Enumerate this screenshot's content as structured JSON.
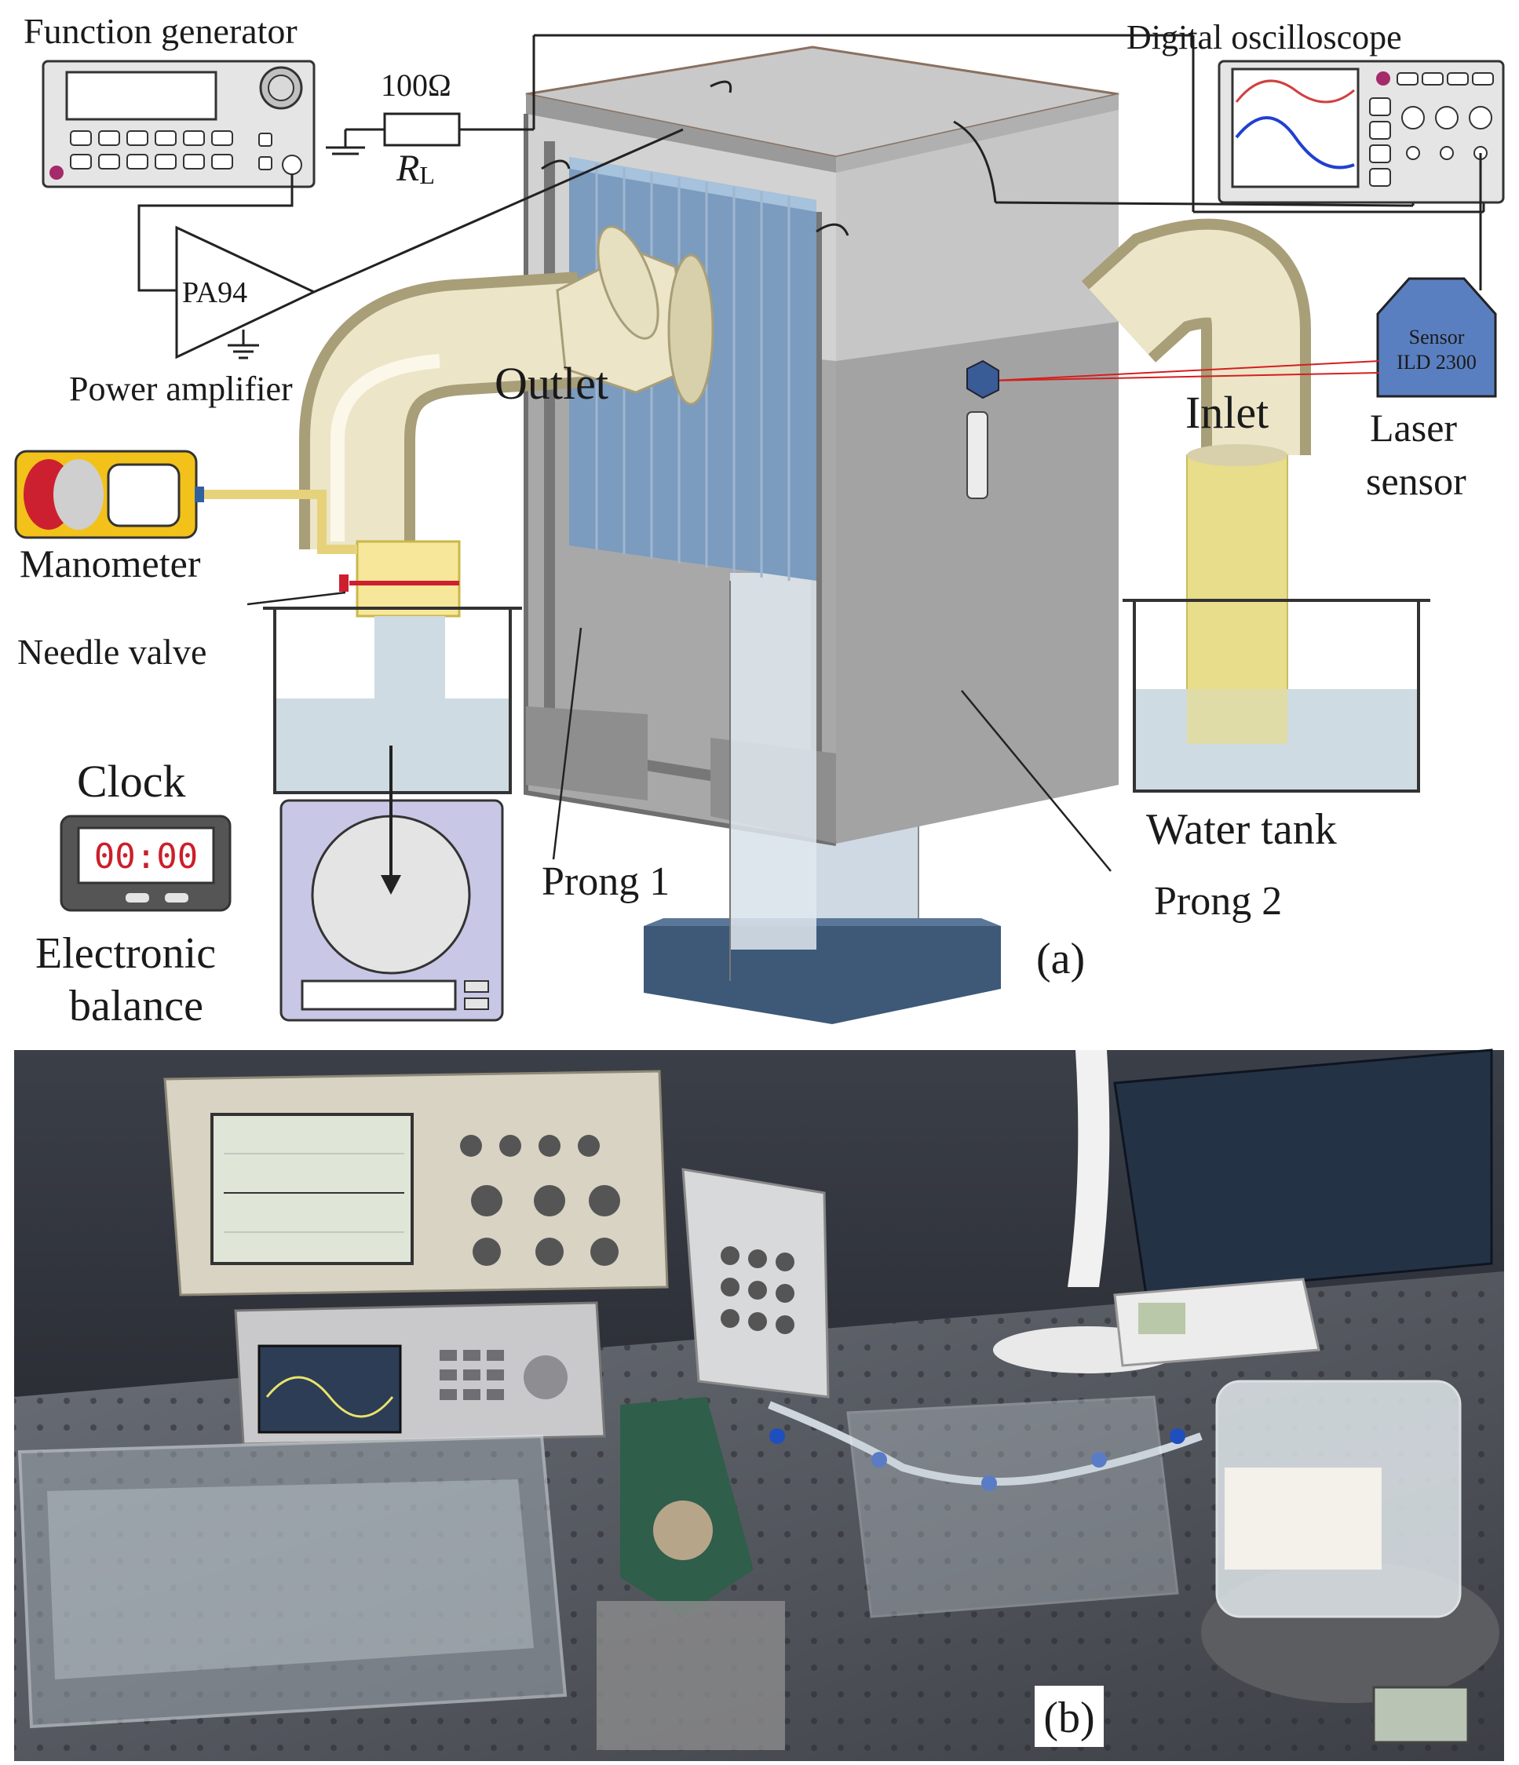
{
  "panel_a": {
    "tag": "(a)",
    "labels": {
      "function_generator": "Function generator",
      "resistor_value": "100Ω",
      "resistor_symbol": "R",
      "resistor_subscript": "L",
      "amplifier_chip": "PA94",
      "power_amplifier": "Power amplifier",
      "outlet": "Outlet",
      "inlet": "Inlet",
      "digital_oscilloscope": "Digital oscilloscope",
      "sensor_line1": "Sensor",
      "sensor_line2": "ILD 2300",
      "laser_sensor_line1": "Laser",
      "laser_sensor_line2": "sensor",
      "manometer": "Manometer",
      "needle_valve": "Needle valve",
      "clock": "Clock",
      "clock_display": "00:00",
      "electronic_balance_line1": "Electronic",
      "electronic_balance_line2": "balance",
      "prong1": "Prong 1",
      "prong2": "Prong 2",
      "water_tank": "Water tank"
    },
    "colors": {
      "tank_front": "#a3a3a3",
      "tank_top": "#cfcfcf",
      "tank_side": "#bdbdbd",
      "fin": "#7b9bbf",
      "pipe": "#e6dfc0",
      "water": "#cfdbe2",
      "base": "#3e5878",
      "laser": "#d41f1f",
      "sensor": "#5a7fc0",
      "manometer": "#f2c21a",
      "balance": "#c9c7e6"
    }
  },
  "panel_b": {
    "tag": "(b)",
    "description_hidden": ""
  }
}
